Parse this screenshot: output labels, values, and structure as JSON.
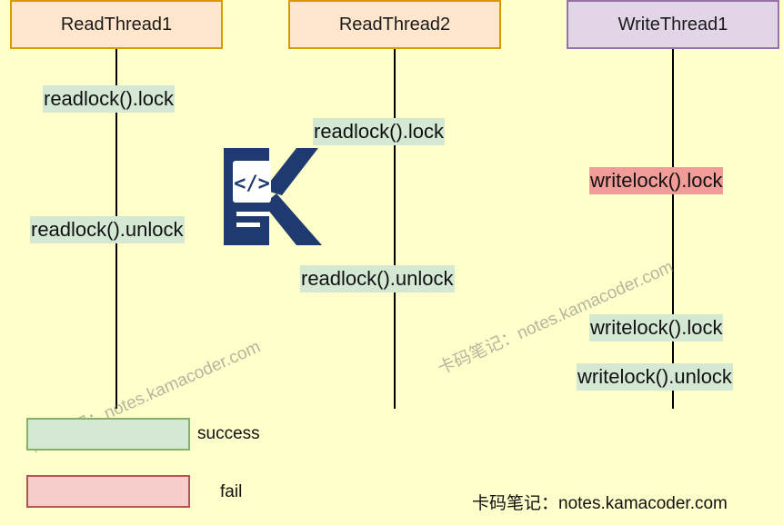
{
  "threads": [
    {
      "label": "ReadThread1"
    },
    {
      "label": "ReadThread2"
    },
    {
      "label": "WriteThread1"
    }
  ],
  "operations": [
    {
      "label": "readlock().lock",
      "status": "success"
    },
    {
      "label": "readlock().unlock",
      "status": "success"
    },
    {
      "label": "readlock().lock",
      "status": "success"
    },
    {
      "label": "readlock().unlock",
      "status": "success"
    },
    {
      "label": "writelock().lock",
      "status": "fail"
    },
    {
      "label": "writelock().lock",
      "status": "success"
    },
    {
      "label": "writelock().unlock",
      "status": "success"
    }
  ],
  "legend": {
    "success_label": "success",
    "fail_label": "fail",
    "success_color": "#d5e8d4",
    "fail_color": "#f8cecc"
  },
  "watermark_text": "卡码笔记：notes.kamacoder.com",
  "footer_text": "卡码笔记：notes.kamacoder.com",
  "colors": {
    "background": "#ffffcc",
    "read_header_fill": "#ffe6cc",
    "read_header_border": "#d79b00",
    "write_header_fill": "#e1d5e7",
    "write_header_border": "#9673a6",
    "logo": "#1e3a6e"
  }
}
